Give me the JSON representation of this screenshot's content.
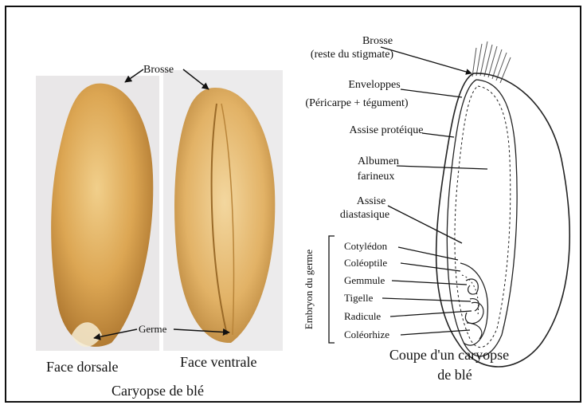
{
  "left_photo": {
    "label_brosse": "Brosse",
    "label_germe": "Germe",
    "caption_dorsal": "Face dorsale",
    "caption_ventral": "Face ventrale",
    "caption_main": "Caryopse de blé"
  },
  "right_diagram": {
    "brosse_line1": "Brosse",
    "brosse_line2": "(reste du stigmate)",
    "enveloppes_line1": "Enveloppes",
    "enveloppes_line2": "(Péricarpe + tégument)",
    "assise_proteique": "Assise protéique",
    "albumen_line1": "Albumen",
    "albumen_line2": "farineux",
    "assise_diastasique_line1": "Assise",
    "assise_diastasique_line2": "diastasique",
    "embryon_label": "Embryon du germe",
    "cotyledon": "Cotylédon",
    "coleoptile": "Coléoptile",
    "gemmule": "Gemmule",
    "tigelle": "Tigelle",
    "radicule": "Radicule",
    "coleorhize": "Coléorhize",
    "caption_line1": "Coupe d'un caryopse",
    "caption_line2": "de blé"
  }
}
